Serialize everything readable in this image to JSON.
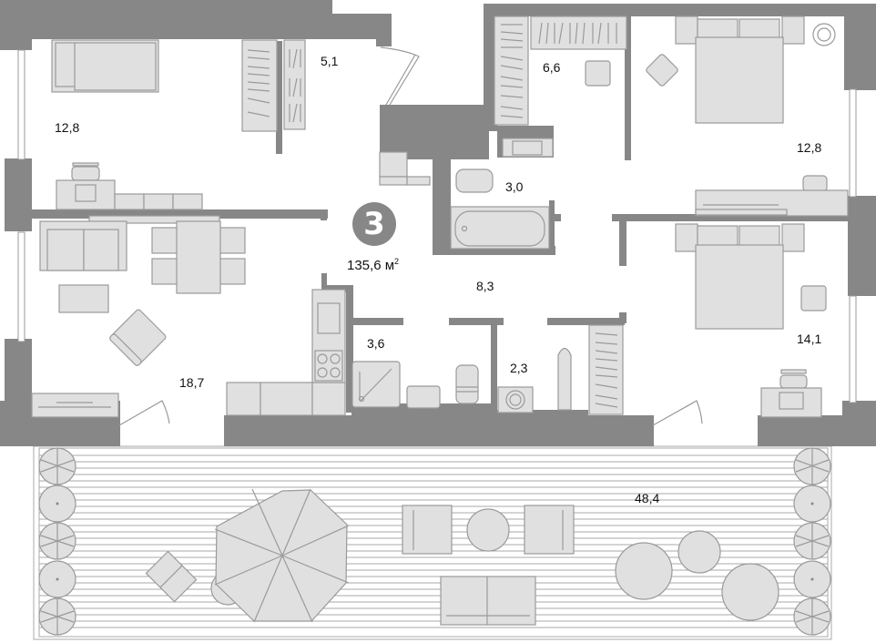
{
  "plan": {
    "rooms_count": "3",
    "total_area": "135,6",
    "total_unit": "м",
    "total_unit_sup": "2"
  },
  "rooms": [
    {
      "id": "bedroom-left",
      "area": "12,8"
    },
    {
      "id": "wardrobe-left",
      "area": "5,1"
    },
    {
      "id": "wardrobe-top",
      "area": "6,6"
    },
    {
      "id": "bedroom-top-right",
      "area": "12,8"
    },
    {
      "id": "bathroom",
      "area": "3,0"
    },
    {
      "id": "hallway",
      "area": "8,3"
    },
    {
      "id": "living-kitchen",
      "area": "18,7"
    },
    {
      "id": "shower-room",
      "area": "3,6"
    },
    {
      "id": "laundry",
      "area": "2,3"
    },
    {
      "id": "bedroom-bottom-right",
      "area": "14,1"
    },
    {
      "id": "terrace",
      "area": "48,4"
    }
  ],
  "colors": {
    "wall": "#878787",
    "furniture_fill": "#e0e0e0",
    "furniture_stroke": "#9a9a9a",
    "background": "#ffffff"
  }
}
